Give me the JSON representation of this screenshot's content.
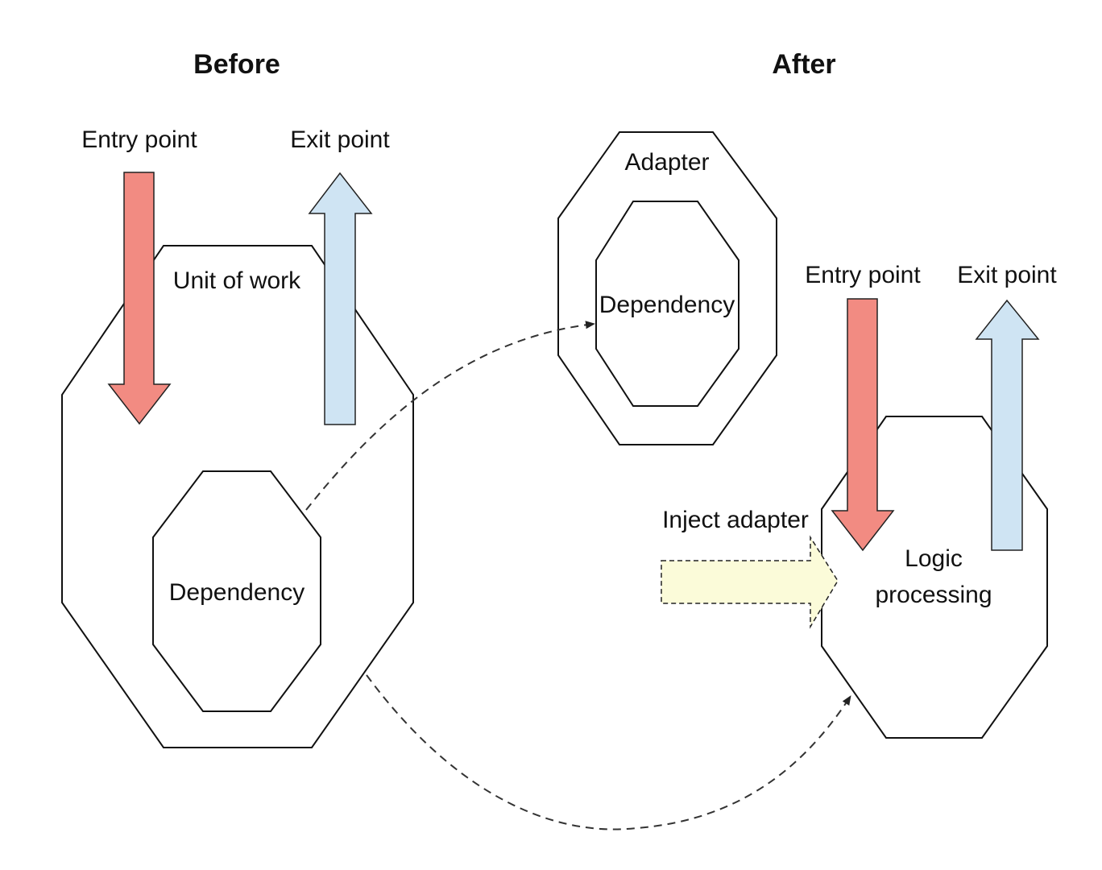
{
  "before": {
    "heading": "Before",
    "entry_label": "Entry point",
    "exit_label": "Exit point",
    "unit_label": "Unit of work",
    "dependency_label": "Dependency"
  },
  "after": {
    "heading": "After",
    "adapter_label": "Adapter",
    "dependency_label": "Dependency",
    "entry_label": "Entry point",
    "exit_label": "Exit point",
    "inject_label": "Inject adapter",
    "logic_label_line1": "Logic",
    "logic_label_line2": "processing"
  },
  "colors": {
    "entry_arrow": "#f28b82",
    "exit_arrow": "#cfe4f3",
    "inject_arrow": "#fbfbd9",
    "outline": "#111111"
  },
  "icons": {
    "entry_arrow": "down-arrow-icon",
    "exit_arrow": "up-arrow-icon",
    "inject_arrow": "right-arrow-icon"
  }
}
